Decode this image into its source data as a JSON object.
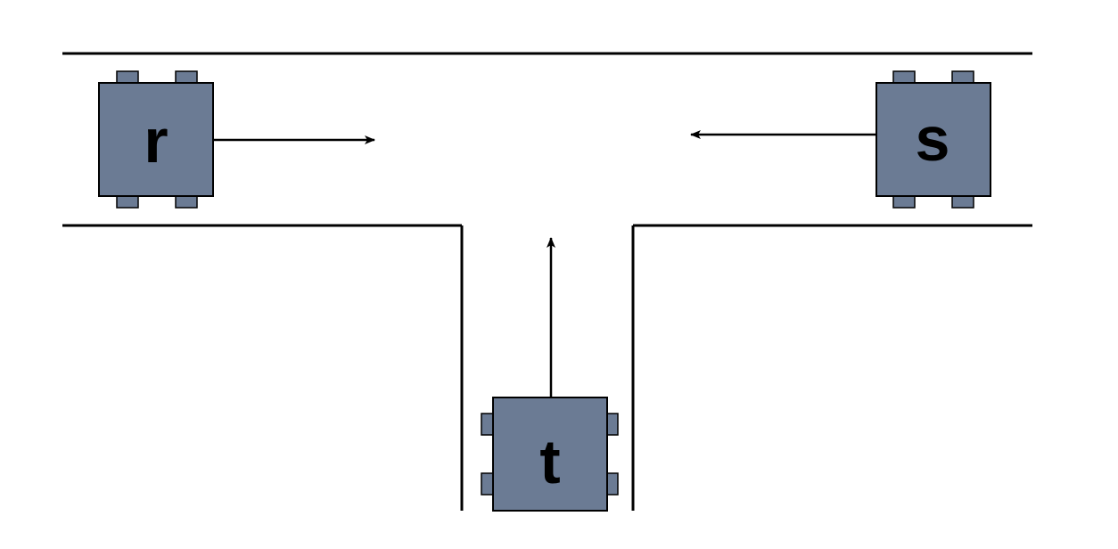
{
  "diagram": {
    "background": "#ffffff",
    "road_color": "#000000",
    "car_color": "#6b7b94",
    "cars": [
      {
        "id": "r",
        "label": "r",
        "direction": "east"
      },
      {
        "id": "s",
        "label": "s",
        "direction": "west"
      },
      {
        "id": "t",
        "label": "t",
        "direction": "north"
      }
    ]
  }
}
